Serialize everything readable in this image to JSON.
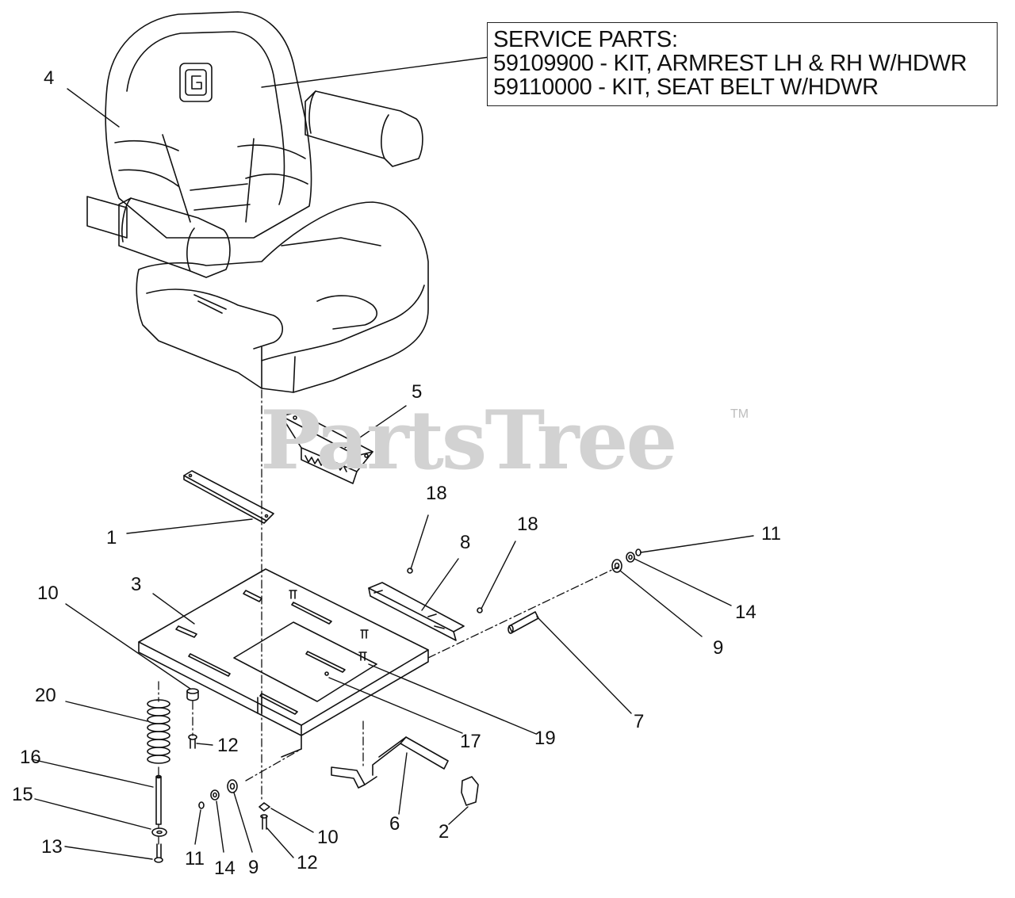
{
  "service_box": {
    "title": "SERVICE PARTS:",
    "lines": [
      "59109900 - KIT, ARMREST LH & RH W/HDWR",
      "59110000 - KIT, SEAT BELT W/HDWR"
    ]
  },
  "watermark": {
    "text": "PartsTree",
    "tm": "TM"
  },
  "callouts": {
    "c4": "4",
    "c5": "5",
    "c1": "1",
    "c18a": "18",
    "c18b": "18",
    "c8": "8",
    "c11a": "11",
    "c10a": "10",
    "c3": "3",
    "c14a": "14",
    "c9a": "9",
    "c20": "20",
    "c7": "7",
    "c19": "19",
    "c17": "17",
    "c12a": "12",
    "c16": "16",
    "c15": "15",
    "c13": "13",
    "c11b": "11",
    "c14b": "14",
    "c9b": "9",
    "c10b": "10",
    "c12b": "12",
    "c6": "6",
    "c2": "2"
  }
}
